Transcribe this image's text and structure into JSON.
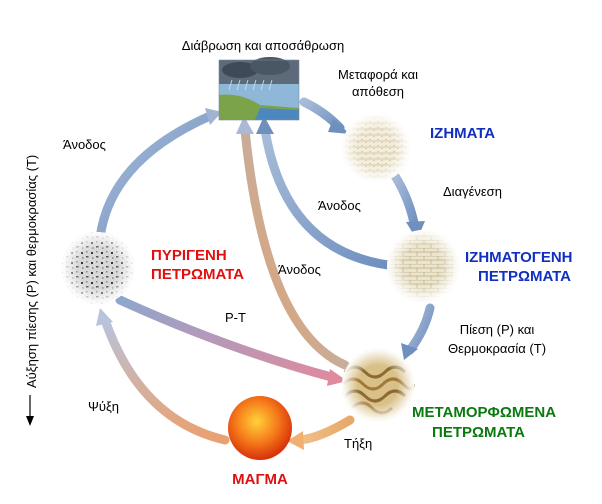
{
  "side_axis": {
    "label": "Αύξηση πίεσης (P) και θερμοκρασίας (T)"
  },
  "nodes": {
    "weathering": {
      "label": "Διάβρωση και αποσάθρωση",
      "icon": "weathering-landscape-icon"
    },
    "sediments": {
      "label": "ΙΖΗΜΑΤΑ",
      "color": "#1030c0",
      "icon": "sediment-layers-icon"
    },
    "sedimentary": {
      "line1": "ΙΖΗΜΑΤΟΓΕΝΗ",
      "line2": "ΠΕΤΡΩΜΑΤΑ",
      "color": "#1030c0",
      "icon": "sedimentary-rock-icon"
    },
    "igneous": {
      "line1": "ΠΥΡΙΓΕΝΗ",
      "line2": "ΠΕΤΡΩΜΑΤΑ",
      "color": "#e01010",
      "icon": "granite-rock-icon"
    },
    "metamorphic": {
      "line1": "ΜΕΤΑΜΟΡΦΩΜΕΝΑ",
      "line2": "ΠΕΤΡΩΜΑΤΑ",
      "color": "#0a7a10",
      "icon": "folded-rock-icon"
    },
    "magma": {
      "label": "ΜΑΓΜΑ",
      "color": "#e01010",
      "icon": "magma-sphere-icon"
    }
  },
  "arrows": {
    "transport_line1": "Μεταφορά και",
    "transport_line2": "απόθεση",
    "diagenesis": "Διαγένεση",
    "pressure_line1": "Πίεση (P) και",
    "pressure_line2": "Θερμοκρασία (T)",
    "melting": "Τήξη",
    "cooling": "Ψύξη",
    "pt": "P-T",
    "uplift_left": "Άνοδος",
    "uplift_middle": "Άνοδος",
    "uplift_right": "Άνοδος"
  }
}
